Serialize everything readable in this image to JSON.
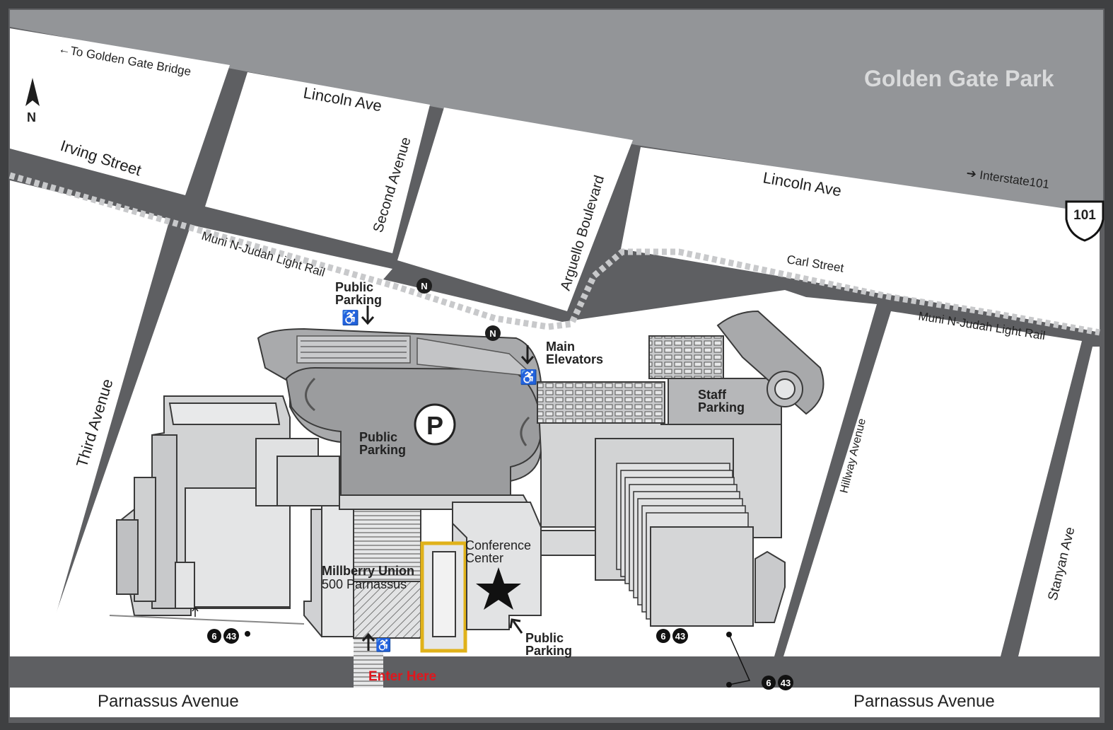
{
  "map": {
    "park_label": "Golden Gate Park",
    "north_label": "N",
    "highway_shield": "101",
    "streets": {
      "lincoln_ave_west": "Lincoln Ave",
      "lincoln_ave_east": "Lincoln Ave",
      "irving_street": "Irving Street",
      "second_avenue": "Second Avenue",
      "arguello_boulevard": "Arguello Boulevard",
      "third_avenue": "Third Avenue",
      "carl_street": "Carl Street",
      "hillway_avenue": "Hillway Avenue",
      "stanyan_ave": "Stanyan Ave",
      "parnassus_west": "Parnassus Avenue",
      "parnassus_east": "Parnassus Avenue"
    },
    "directions": {
      "golden_gate_bridge": "←To Golden Gate Bridge",
      "interstate": "➔ Interstate101"
    },
    "transit": {
      "muni_west": "Muni N-Judah Light Rail",
      "muni_east": "Muni N-Judah Light Rail",
      "muni_stop_symbol": "N",
      "bus_routes": [
        "6",
        "43"
      ]
    },
    "labels": {
      "public_parking_top_1": "Public",
      "public_parking_top_2": "Parking",
      "main_elevators_1": "Main",
      "main_elevators_2": "Elevators",
      "garage_1": "Public",
      "garage_2": "Parking",
      "garage_symbol": "P",
      "staff_parking_1": "Staff",
      "staff_parking_2": "Parking",
      "conference_1": "Conference",
      "conference_2": "Center",
      "millberry_1": "Millberry Union",
      "millberry_2": "500 Parnassus",
      "public_parking_bottom_1": "Public",
      "public_parking_bottom_2": "Parking",
      "enter_here": "Enter Here"
    },
    "colors": {
      "park": "#939598",
      "road": "#5e5f62",
      "block": "#ffffff",
      "building": "#d9dadb",
      "highlight": "#e0b21a",
      "enter": "#e0161d"
    }
  }
}
